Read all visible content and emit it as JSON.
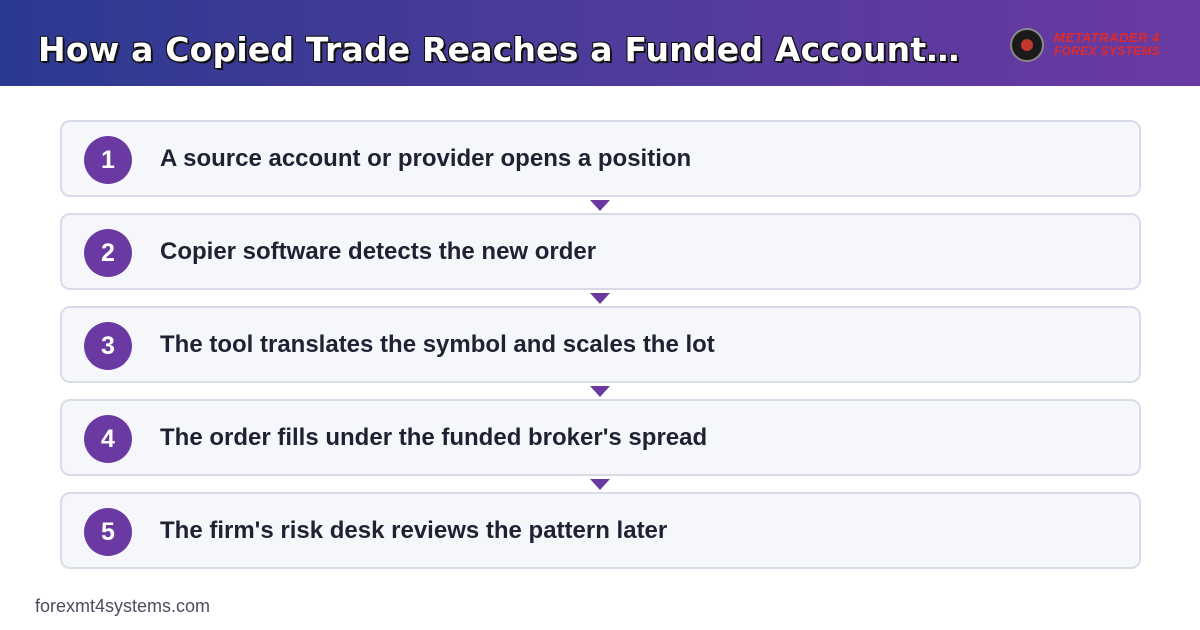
{
  "header": {
    "title": "How a Copied Trade Reaches a Funded Account…",
    "logo": {
      "line1": "METATRADER 4",
      "line2": "FOREX SYSTEMS"
    },
    "colors": {
      "gradient_start": "#2b3990",
      "gradient_end": "#6a3aa2"
    }
  },
  "steps": [
    {
      "number": "1",
      "text": "A source account or provider opens a position"
    },
    {
      "number": "2",
      "text": "Copier software detects the new order"
    },
    {
      "number": "3",
      "text": "The tool translates the symbol and scales the lot"
    },
    {
      "number": "4",
      "text": "The order fills under the funded broker's spread"
    },
    {
      "number": "5",
      "text": "The firm's risk desk reviews the pattern later"
    }
  ],
  "footer": {
    "site": "forexmt4systems.com"
  },
  "colors": {
    "accent": "#6a3aa2",
    "card_bg": "#f6f7fb",
    "card_border": "#d9dce8",
    "text": "#1e2233"
  }
}
